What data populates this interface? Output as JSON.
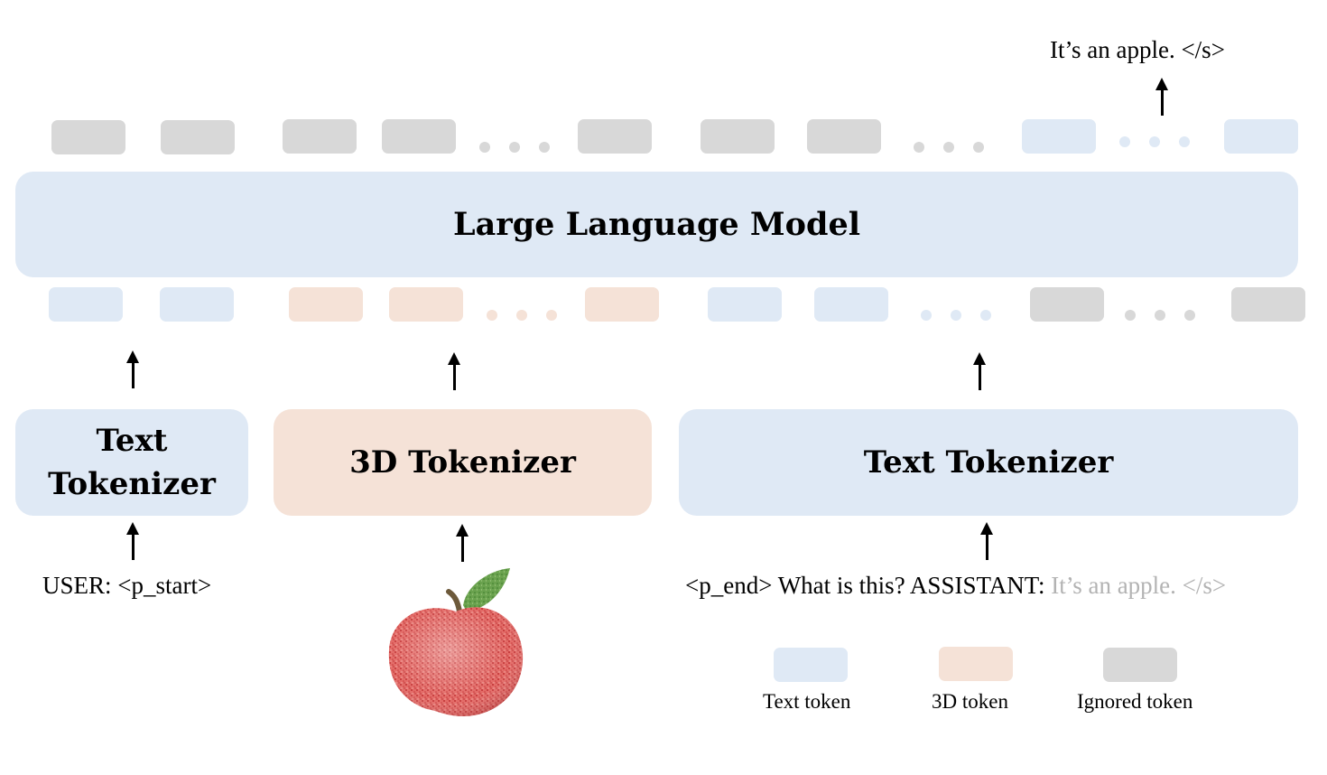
{
  "llm": {
    "label": "Large Language Model"
  },
  "output": {
    "text": "It’s an apple. </s>"
  },
  "tokenizers": {
    "left": {
      "label_line1": "Text",
      "label_line2": "Tokenizer"
    },
    "middle": {
      "label": "3D Tokenizer"
    },
    "right": {
      "label": "Text Tokenizer"
    }
  },
  "inputs": {
    "left": "USER: <p_start>",
    "right_main": "<p_end> What is this? ASSISTANT:",
    "right_answer": "It’s an apple. </s>"
  },
  "legend": {
    "text": "Text token",
    "three_d": "3D token",
    "ignored": "Ignored token"
  },
  "colors": {
    "text_token": "#dfe9f5",
    "three_d_token": "#f5e2d7",
    "ignored_token": "#d8d8d8",
    "answer_text": "#b3b3b3"
  },
  "icons": {
    "point_cloud": "apple-point-cloud-icon"
  }
}
